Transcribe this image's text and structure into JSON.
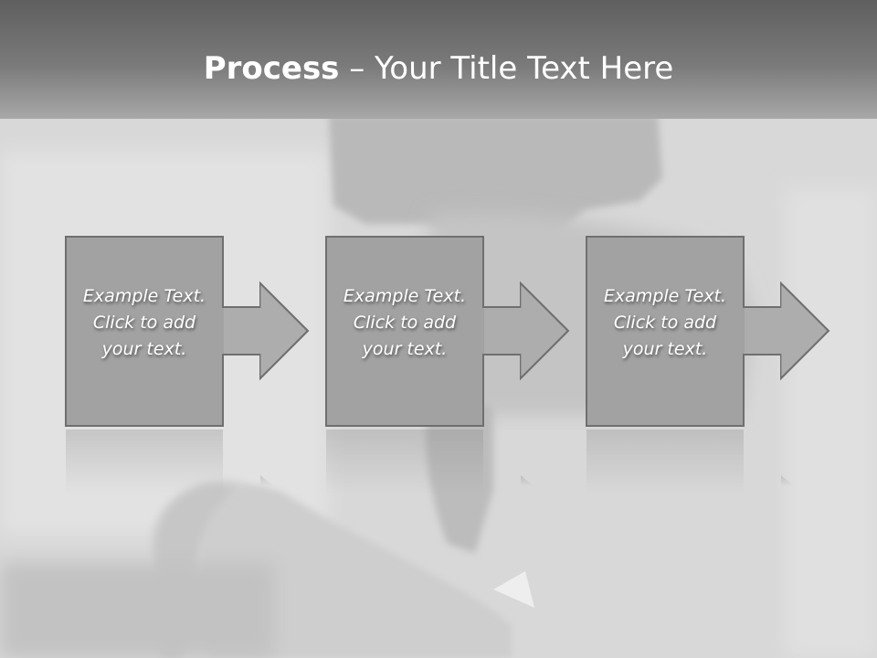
{
  "slide": {
    "title_bold": "Process",
    "title_rest": " – Your Title Text Here"
  },
  "steps": [
    {
      "text": "Example Text.\nClick  to add\nyour text."
    },
    {
      "text": "Example Text.\nClick  to add\nyour text."
    },
    {
      "text": "Example Text.\nClick  to add\nyour text."
    }
  ],
  "colors": {
    "header": "#6b6b6b",
    "box_fill": "#a2a2a2",
    "box_border": "#6f6f6f",
    "arrow_fill": "#b4b4b4"
  }
}
